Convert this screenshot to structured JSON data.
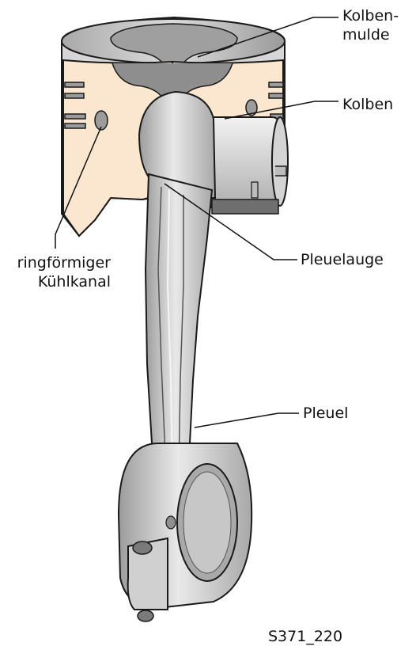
{
  "labels": {
    "kolbenmulde_line1": "Kolben-",
    "kolbenmulde_line2": "mulde",
    "kolben": "Kolben",
    "pleuelauge": "Pleuelauge",
    "pleuel": "Pleuel",
    "kuehlkanal_line1": "ringförmiger",
    "kuehlkanal_line2": "Kühlkanal"
  },
  "figure_id": "S371_220",
  "colors": {
    "piston_cut_face": "#fbe7cf",
    "metal_light": "#e6e6e6",
    "metal_mid": "#bdbdbd",
    "metal_dark": "#8a8a8a",
    "outline": "#1a1a1a"
  }
}
